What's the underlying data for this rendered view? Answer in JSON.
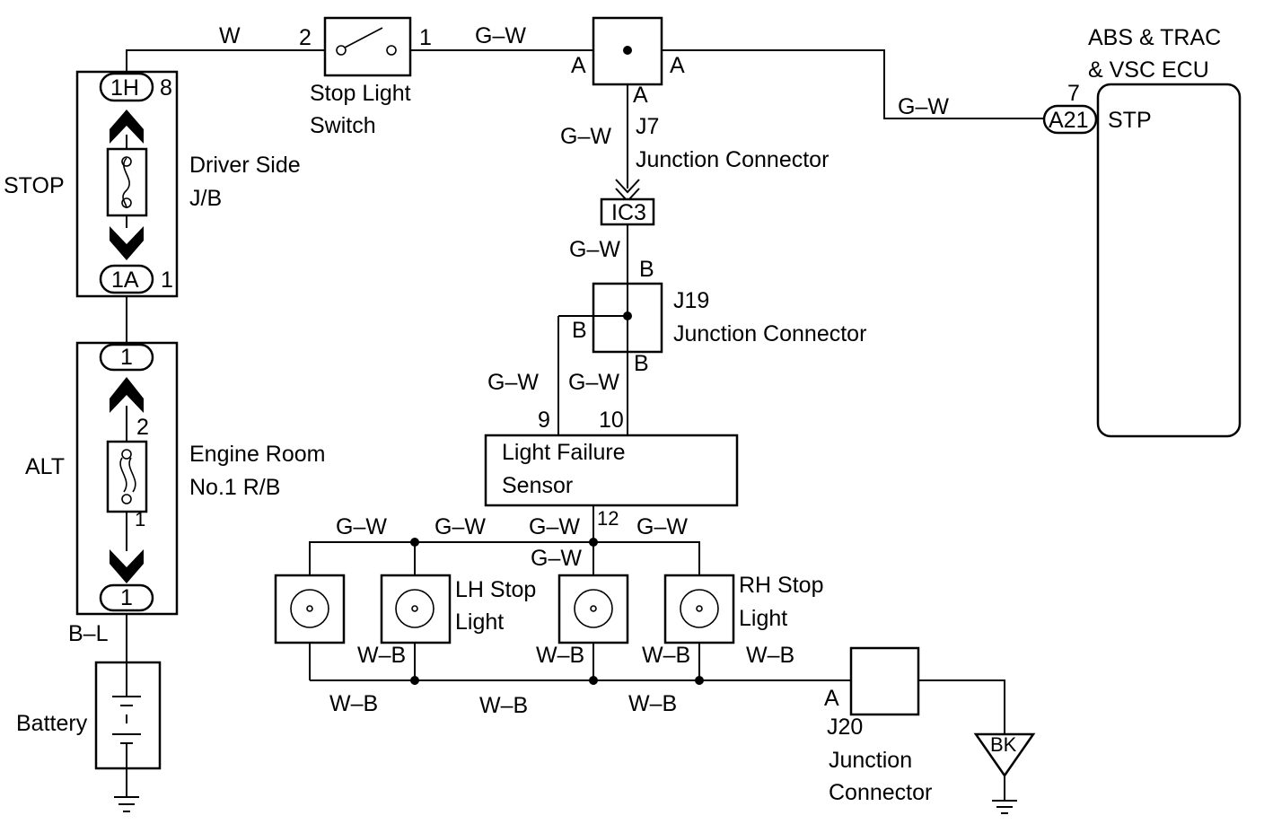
{
  "colors": {
    "ink": "#000000",
    "paper": "#ffffff"
  },
  "labels": {
    "w_top": "W",
    "switch_pin2": "2",
    "switch_pin1": "1",
    "gw_top": "G–W",
    "stop_light_switch_1": "Stop Light",
    "stop_light_switch_2": "Switch",
    "j7_a_left": "A",
    "j7_a_right": "A",
    "j7_a_bottom": "A",
    "j7_gw": "G–W",
    "j7_name": "J7",
    "j7_desc": "Junction Connector",
    "ic3": "IC3",
    "ecu_title_1": "ABS & TRAC",
    "ecu_title_2": "& VSC ECU",
    "ecu_pin": "7",
    "ecu_conn": "A21",
    "ecu_stp": "STP",
    "gw_ecu": "G–W",
    "conn_1h": "1H",
    "pin_8": "8",
    "stop": "STOP",
    "driver_side_1": "Driver Side",
    "driver_side_2": "J/B",
    "conn_1a": "1A",
    "pin_1a": "1",
    "alt_top_conn": "1",
    "alt_pin2": "2",
    "alt": "ALT",
    "engine_room_1": "Engine Room",
    "engine_room_2": "No.1 R/B",
    "alt_pin1": "1",
    "alt_bottom_conn": "1",
    "b_l": "B–L",
    "battery": "Battery",
    "gw_ic3": "G–W",
    "j19_b_top": "B",
    "j19_name": "J19",
    "j19_desc": "Junction Connector",
    "j19_b_left": "B",
    "j19_b_bottom": "B",
    "gw_left": "G–W",
    "gw_mid": "G–W",
    "pin_9": "9",
    "pin_10": "10",
    "lfs_1": "Light Failure",
    "lfs_2": "Sensor",
    "pin_12": "12",
    "gw_bus_1": "G–W",
    "gw_bus_2": "G–W",
    "gw_bus_3": "G–W",
    "gw_bus_4": "G–W",
    "gw_bus_5": "G–W",
    "lh_1": "LH Stop",
    "lh_2": "Light",
    "rh_1": "RH Stop",
    "rh_2": "Light",
    "wb_lamp_1": "W–B",
    "wb_lamp_2": "W–B",
    "wb_lamp_3": "W–B",
    "wb_lamp_4": "W–B",
    "wb_bus_1": "W–B",
    "wb_bus_2": "W–B",
    "wb_bus_3": "W–B",
    "j20_a": "A",
    "j20_name": "J20",
    "j20_desc_1": "Junction",
    "j20_desc_2": "Connector",
    "bk": "BK"
  }
}
